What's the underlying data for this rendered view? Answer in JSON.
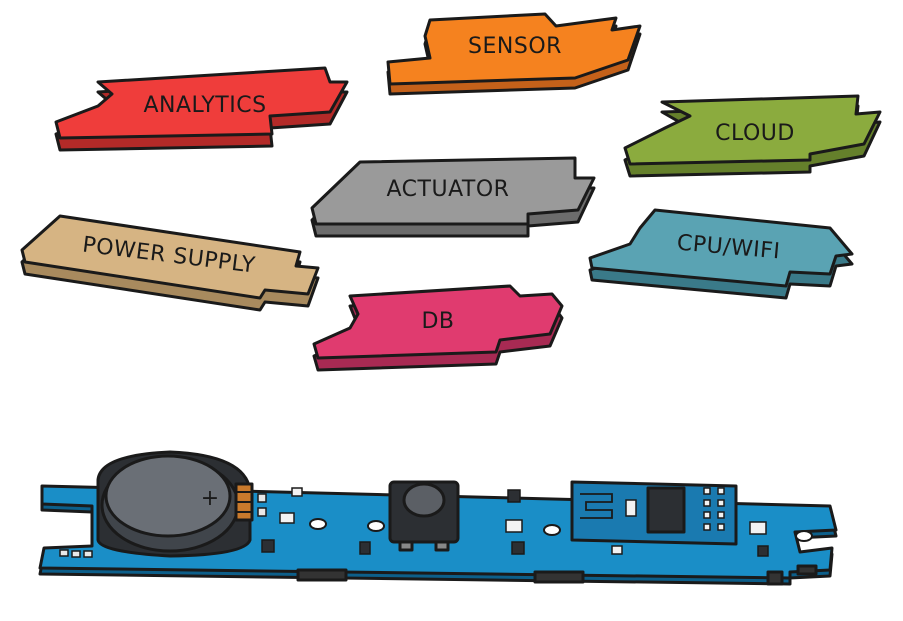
{
  "blocks": [
    {
      "id": "sensor",
      "label": "SENSOR",
      "color": "#f5821f"
    },
    {
      "id": "analytics",
      "label": "ANALYTICS",
      "color": "#ef3d3b"
    },
    {
      "id": "cloud",
      "label": "CLOUD",
      "color": "#8bab3e"
    },
    {
      "id": "actuator",
      "label": "ACTUATOR",
      "color": "#9a9a9a"
    },
    {
      "id": "power-supply",
      "label": "POWER SUPPLY",
      "color": "#d6b483"
    },
    {
      "id": "cpu-wifi",
      "label": "CPU/WIFI",
      "color": "#5aa3b3"
    },
    {
      "id": "db",
      "label": "DB",
      "color": "#e03b6f"
    }
  ],
  "board": {
    "pcb_color": "#1a8ec7",
    "battery_color": "#6a6f76",
    "button_color": "#5b5f65"
  }
}
